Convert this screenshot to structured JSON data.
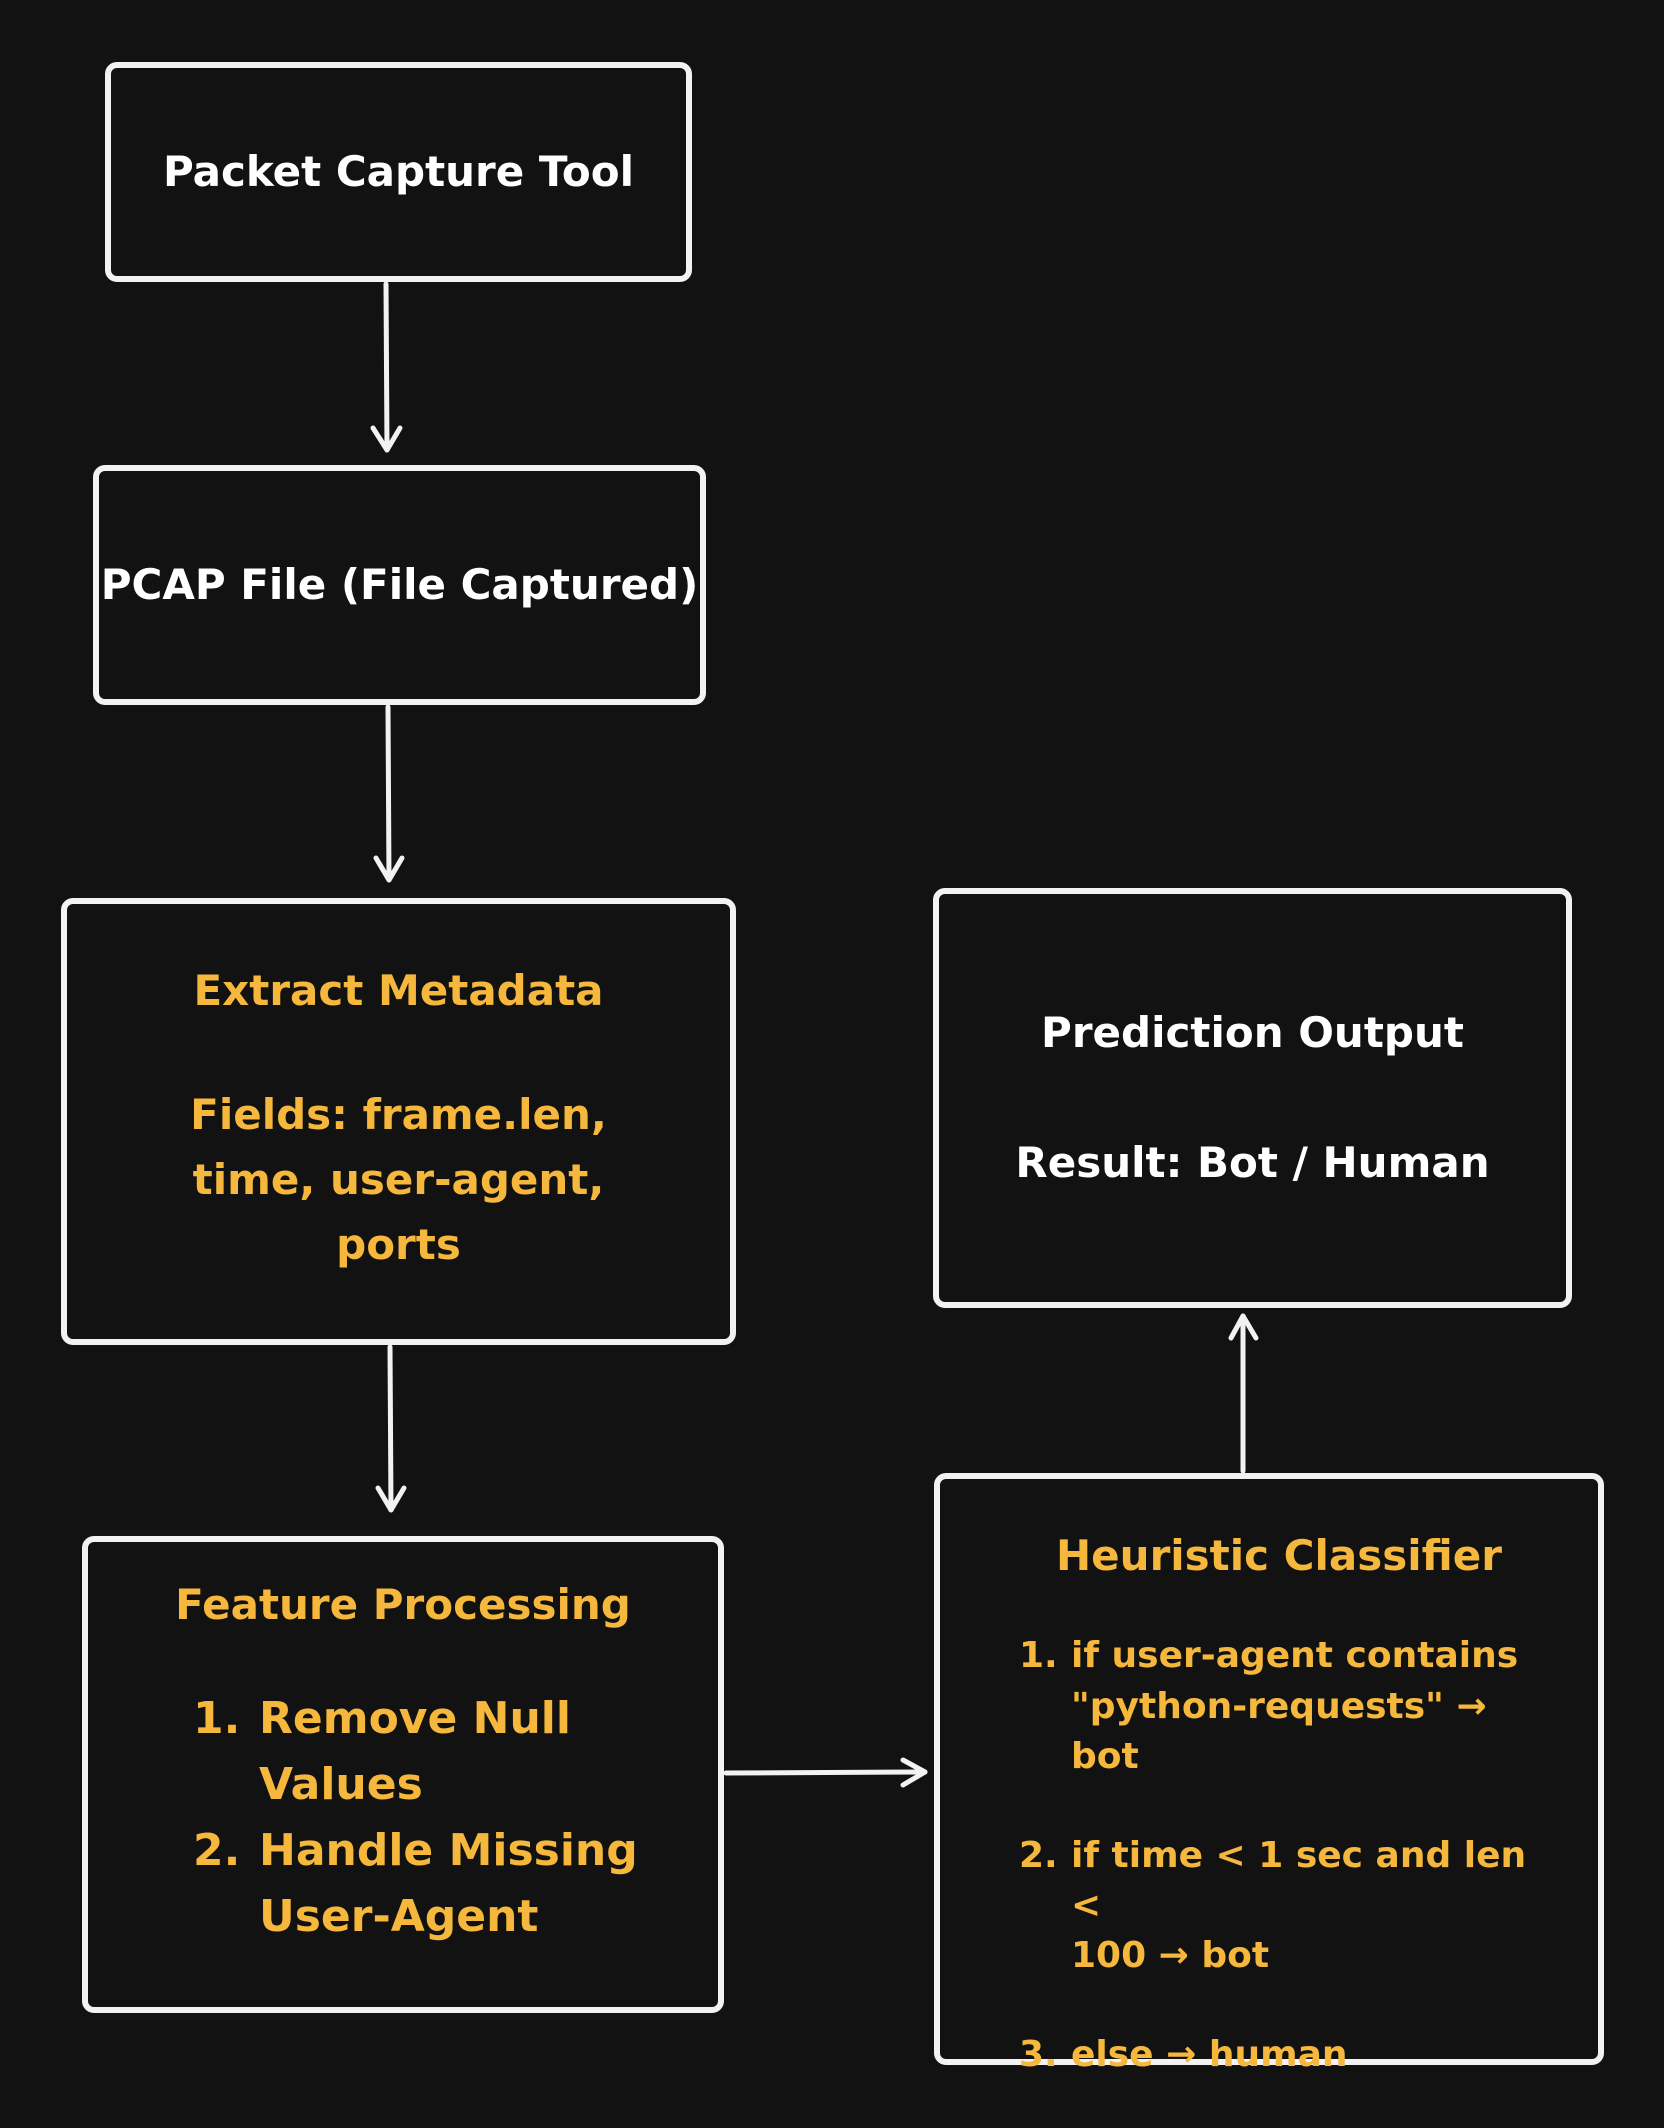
{
  "nodes": {
    "packet_capture": {
      "title": "Packet Capture Tool"
    },
    "pcap_file": {
      "title": "PCAP File (File Captured)"
    },
    "extract_metadata": {
      "title": "Extract Metadata",
      "fields_line1": "Fields: frame.len,",
      "fields_line2": "time, user-agent,",
      "fields_line3": "ports"
    },
    "feature_processing": {
      "title": "Feature Processing",
      "items": [
        {
          "num": "1.",
          "line1": "Remove Null",
          "line2": "Values"
        },
        {
          "num": "2.",
          "line1": "Handle Missing",
          "line2": "User-Agent"
        }
      ]
    },
    "heuristic_classifier": {
      "title": "Heuristic Classifier",
      "items": [
        {
          "num": "1.",
          "line1": "if user-agent contains",
          "line2": "\"python-requests\" → bot"
        },
        {
          "num": "2.",
          "line1": "if time < 1 sec and len <",
          "line2": "100 → bot"
        },
        {
          "num": "3.",
          "line1": "else → human",
          "line2": ""
        }
      ]
    },
    "prediction_output": {
      "title": "Prediction Output",
      "result": "Result: Bot / Human"
    }
  },
  "colors": {
    "background": "#121212",
    "stroke": "#f2f2f2",
    "white_text": "#ffffff",
    "accent_text": "#f5b73c"
  }
}
